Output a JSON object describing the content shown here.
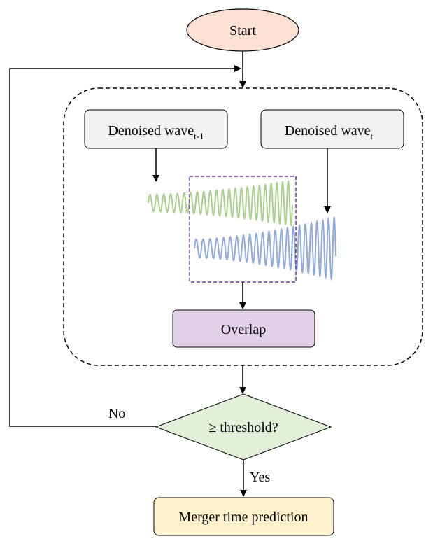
{
  "nodes": {
    "start": "Start",
    "wave_prev": {
      "base": "Denoised wave",
      "sub": "t-1"
    },
    "wave_curr": {
      "base": "Denoised wave",
      "sub": "t"
    },
    "overlap": "Overlap",
    "decision": "≥ threshold?",
    "result": "Merger time prediction"
  },
  "edges": {
    "no": "No",
    "yes": "Yes"
  },
  "colors": {
    "start_fill": "#fbe1d3",
    "decision_fill": "#e2efd9",
    "result_fill": "#fff2cc",
    "overlap_fill": "#e1d0e8",
    "wave_box_fill": "#f2f2f2",
    "wave_prev_line": "#a9d18e",
    "wave_curr_line": "#8faadc",
    "overlap_region_border": "#7030a0"
  }
}
